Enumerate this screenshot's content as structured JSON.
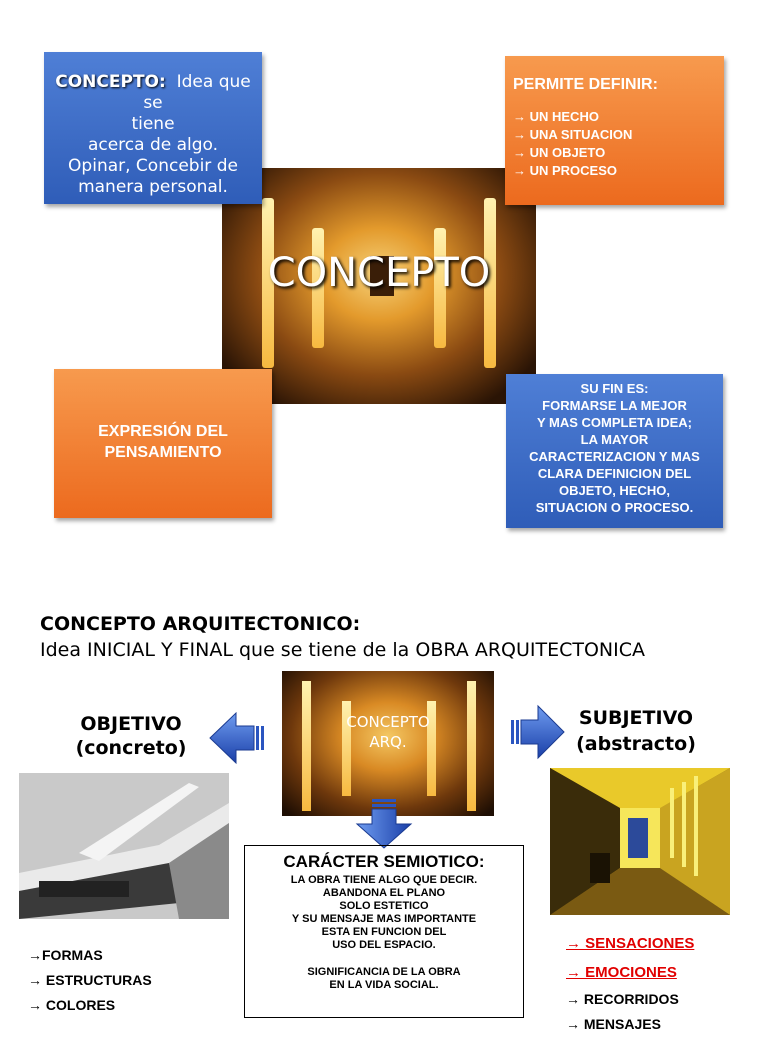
{
  "hero": {
    "title": "CONCEPTO"
  },
  "box_concepto": {
    "label": "CONCEPTO:",
    "lines": [
      "Idea que se",
      "tiene",
      "acerca de algo.",
      "Opinar, Concebir de",
      "manera personal."
    ]
  },
  "box_permite": {
    "heading": "PERMITE DEFINIR:",
    "items": [
      "→ UN HECHO",
      "→ UNA SITUACION",
      "→ UN OBJETO",
      "→ UN PROCESO"
    ]
  },
  "box_expresion": {
    "lines": [
      "EXPRESIÓN DEL",
      "PENSAMIENTO"
    ]
  },
  "box_fin": {
    "lines": [
      "SU FIN ES:",
      "FORMARSE LA MEJOR",
      "Y MAS COMPLETA IDEA;",
      "LA MAYOR",
      "CARACTERIZACION Y MAS",
      "CLARA DEFINICION DEL",
      "OBJETO, HECHO,",
      "SITUACION O PROCESO."
    ]
  },
  "section2": {
    "title": "CONCEPTO ARQUITECTONICO:",
    "subtitle": "Idea INICIAL Y FINAL que se tiene de la OBRA ARQUITECTONICA",
    "center_label": [
      "CONCEPTO",
      "ARQ."
    ],
    "objetivo": [
      "OBJETIVO",
      "(concreto)"
    ],
    "subjetivo": [
      "SUBJETIVO",
      "(abstracto)"
    ],
    "semiotico": {
      "heading": "CARÁCTER SEMIOTICO:",
      "lines": [
        "LA OBRA TIENE ALGO QUE DECIR.",
        "ABANDONA EL PLANO",
        "SOLO ESTETICO",
        "Y SU MENSAJE MAS IMPORTANTE",
        "ESTA EN FUNCION DEL",
        "USO DEL ESPACIO."
      ],
      "lines2": [
        "SIGNIFICANCIA DE LA OBRA",
        "EN LA VIDA SOCIAL."
      ]
    },
    "left_list": [
      "→FORMAS",
      "→ ESTRUCTURAS",
      "→ COLORES"
    ],
    "right_list": [
      "→ SENSACIONES",
      "→ EMOCIONES",
      "→ RECORRIDOS",
      "→ MENSAJES"
    ]
  },
  "colors": {
    "blue": "#3a68c4",
    "orange": "#f07a2e",
    "red": "#e10000"
  }
}
